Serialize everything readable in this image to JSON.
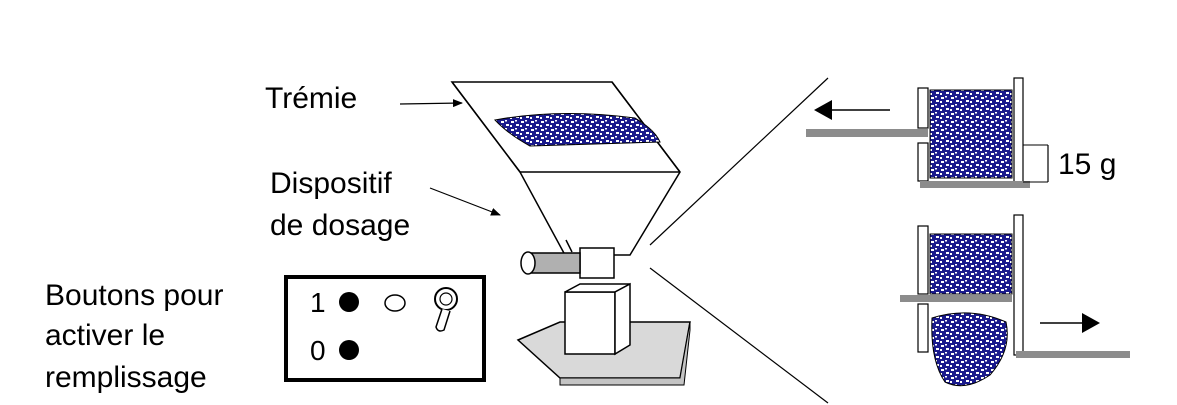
{
  "labels": {
    "hopper": "Trémie",
    "dosing_line1": "Dispositif",
    "dosing_line2": "de dosage",
    "buttons_line1": "Boutons pour",
    "buttons_line2": "activer le",
    "buttons_line3": "remplissage",
    "dose_amount": "15 g"
  },
  "control_panel": {
    "button_on_label": "1",
    "button_off_label": "0"
  },
  "colors": {
    "granules": "#1a1a8c",
    "granule_highlight": "#ffffff",
    "line": "#000000",
    "grey_bar": "#8c8c8c",
    "base_fill": "#d9d9d9"
  }
}
